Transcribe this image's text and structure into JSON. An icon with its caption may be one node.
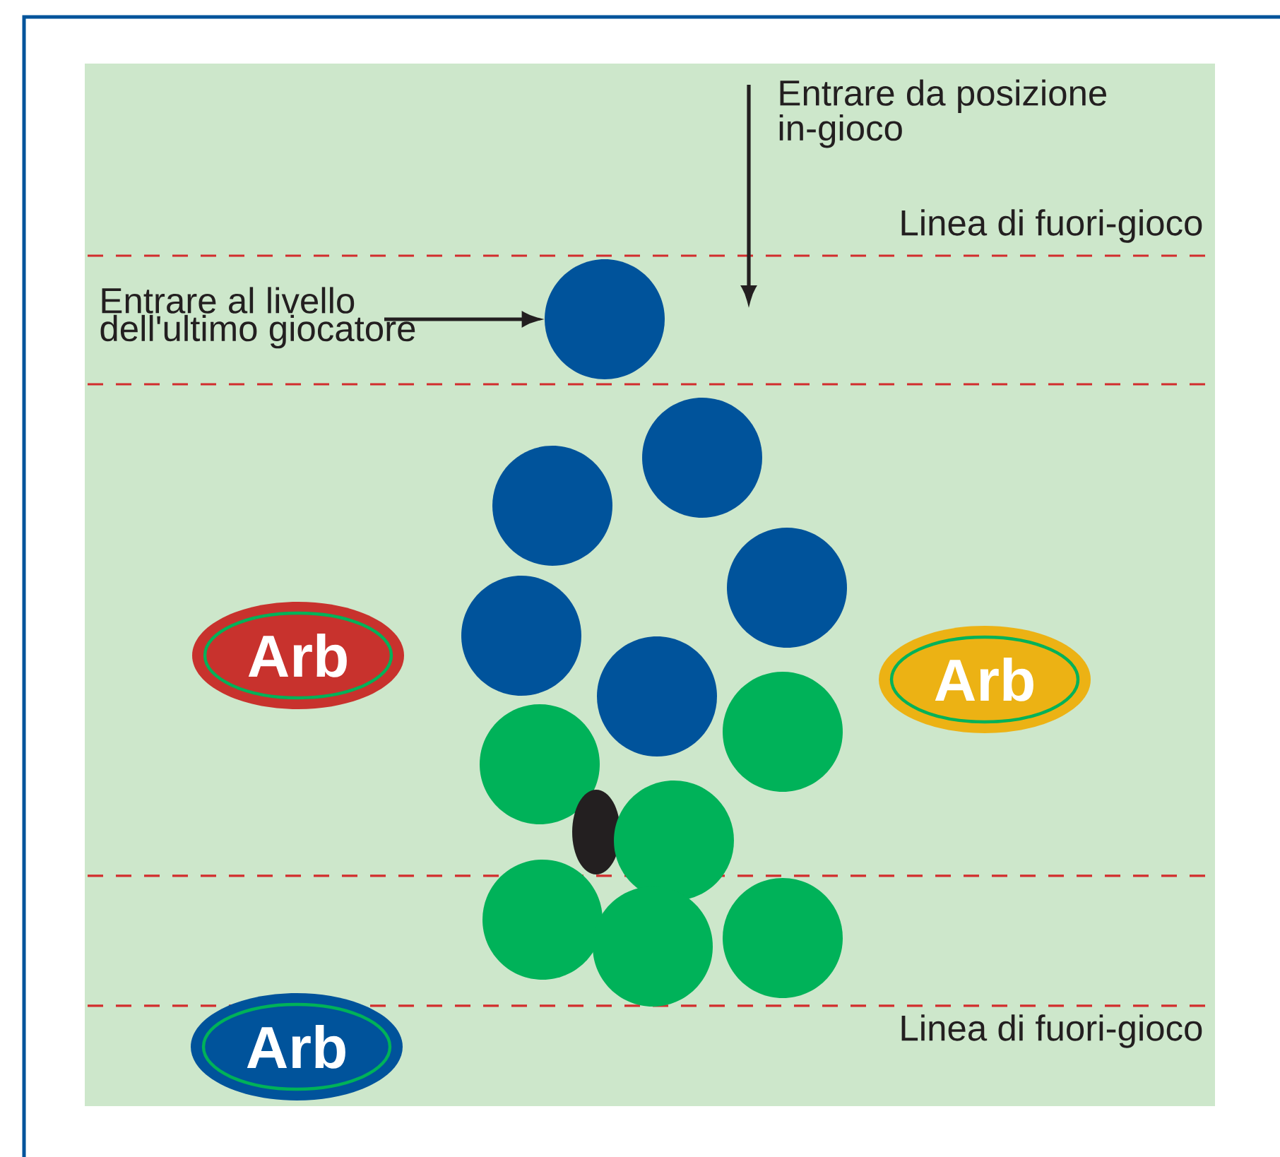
{
  "diagram": {
    "nodes": [
      {
        "text": [
          "Entrare da posizione in-gioco"
        ]
      },
      {
        "text": [
          "Entrare al livello dell'ultimo giocatore"
        ]
      },
      {
        "text": [],
        "shape": "circle"
      },
      {
        "text": [],
        "shape": "circle"
      },
      {
        "text": [],
        "shape": "circle"
      },
      {
        "text": [],
        "shape": "circle"
      },
      {
        "text": [],
        "shape": "circle"
      },
      {
        "text": [],
        "shape": "circle"
      },
      {
        "text": [],
        "shape": "circle"
      },
      {
        "text": [],
        "shape": "circle"
      },
      {
        "text": [],
        "shape": "circle"
      },
      {
        "text": [],
        "shape": "circle"
      },
      {
        "text": [],
        "shape": "circle"
      },
      {
        "text": [],
        "shape": "circle"
      },
      {
        "text": [],
        "shape": "circle"
      },
      {
        "text": [
          "Arb"
        ]
      },
      {
        "text": [
          "Arb"
        ]
      },
      {
        "text": [
          "Arb"
        ]
      }
    ],
    "edges": [
      {
        "from": 0,
        "to": null,
        "arrow": "to"
      },
      {
        "from": 1,
        "to": 2,
        "arrow": "to"
      }
    ],
    "labels": [
      "Linea di fuori-gioco",
      "Linea di fuori-gioco"
    ]
  }
}
